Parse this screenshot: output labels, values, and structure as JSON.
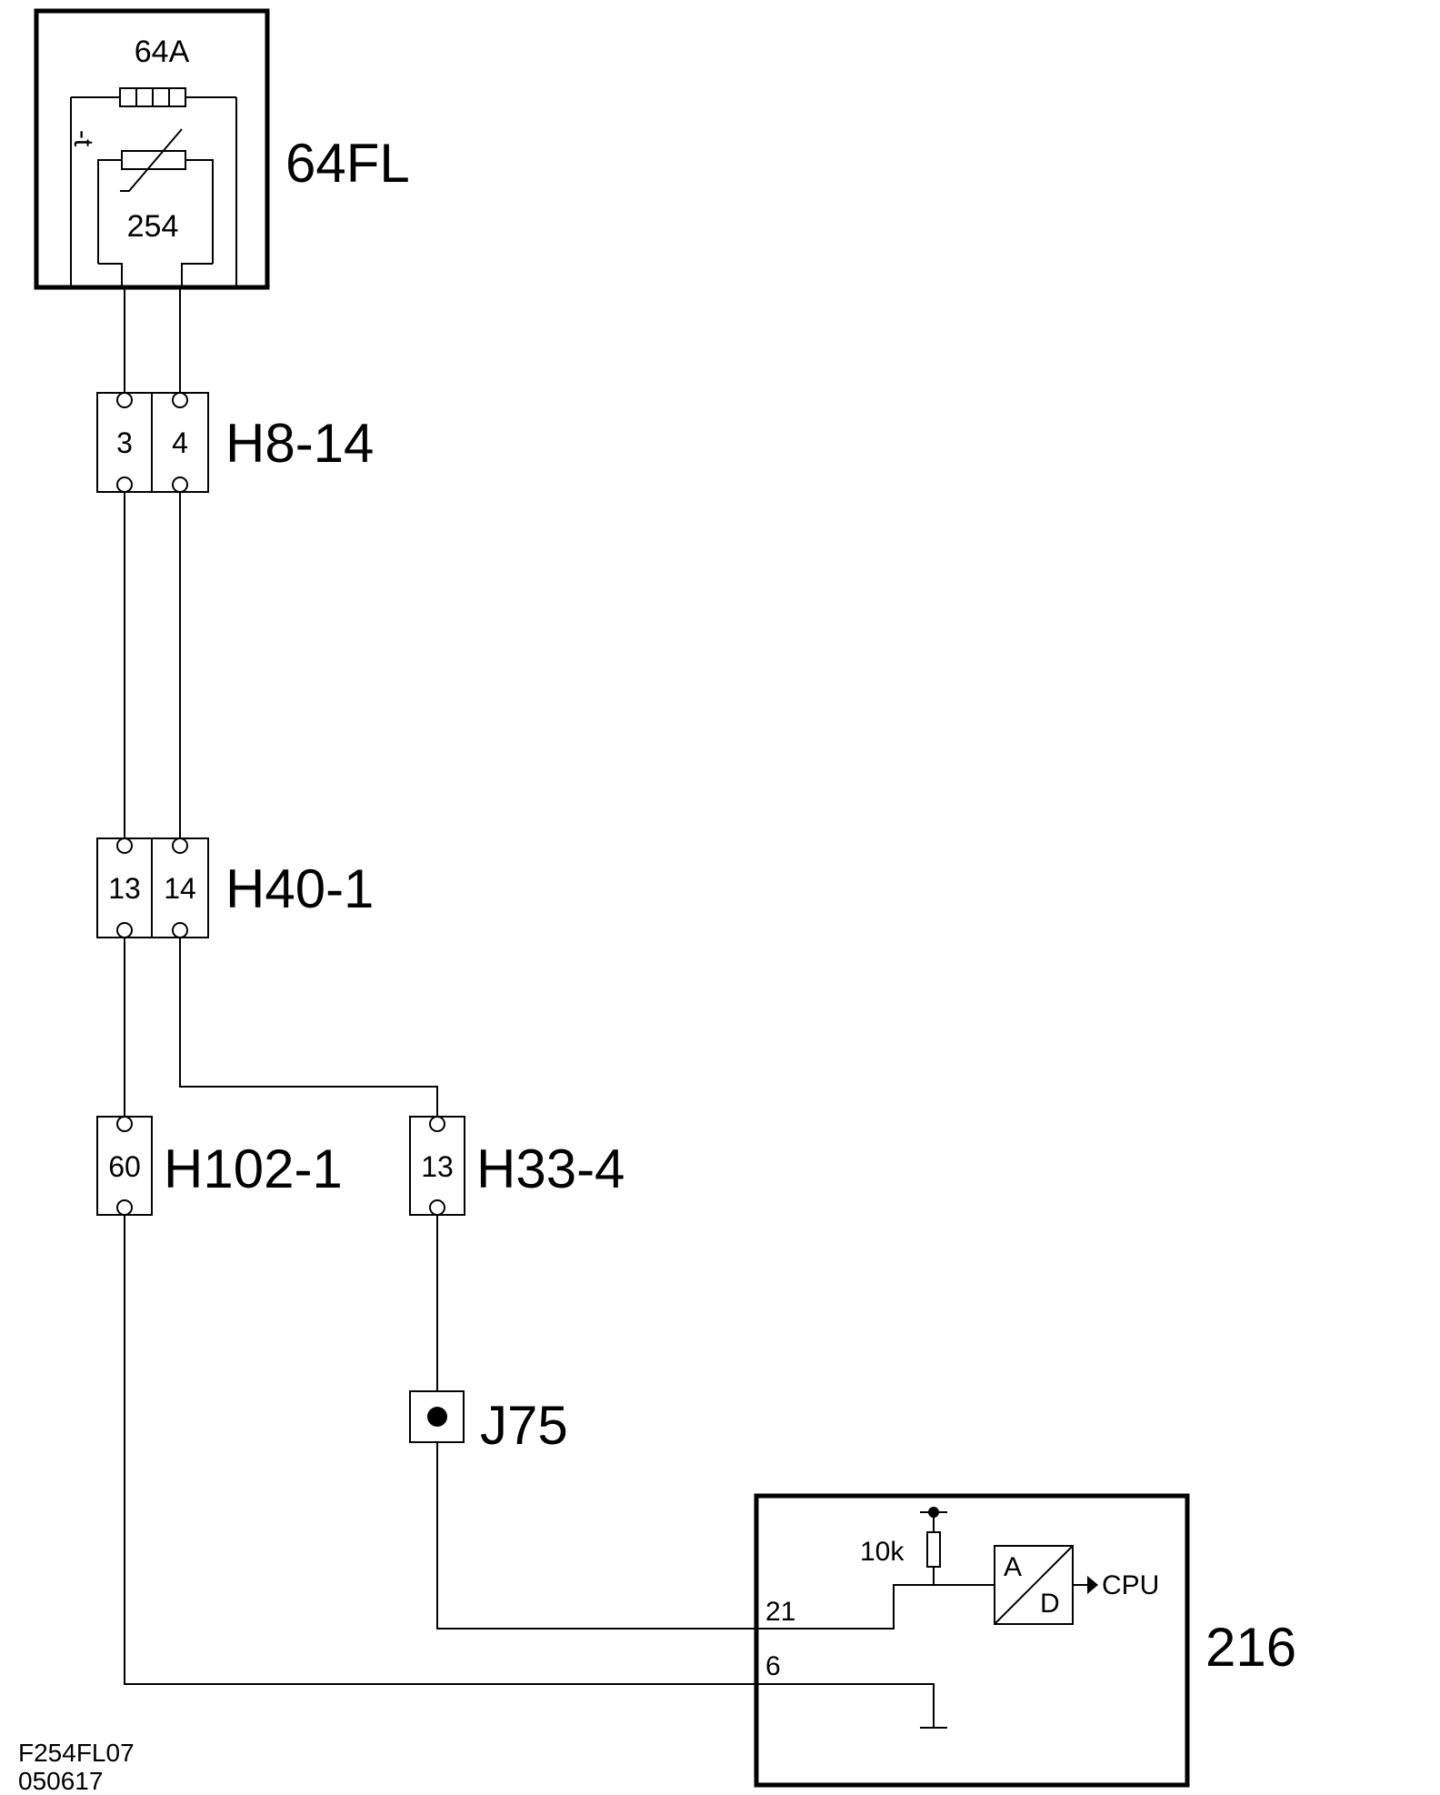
{
  "components": {
    "sensor": {
      "ref": "64FL",
      "fuse": "64A",
      "thermistor_sign": "-t",
      "code": "254"
    },
    "connector_h8": {
      "ref": "H8-14",
      "pins": [
        "3",
        "4"
      ]
    },
    "connector_h40": {
      "ref": "H40-1",
      "pins": [
        "13",
        "14"
      ]
    },
    "connector_h102": {
      "ref": "H102-1",
      "pins": [
        "60"
      ]
    },
    "connector_h33": {
      "ref": "H33-4",
      "pins": [
        "13"
      ]
    },
    "splice": {
      "ref": "J75"
    },
    "ecu": {
      "ref": "216",
      "pin_signal": "21",
      "pin_ground": "6",
      "resistor": "10k",
      "adc_a": "A",
      "adc_d": "D",
      "output": "CPU"
    }
  },
  "footer": {
    "drawing_id": "F254FL07",
    "date_code": "050617"
  }
}
